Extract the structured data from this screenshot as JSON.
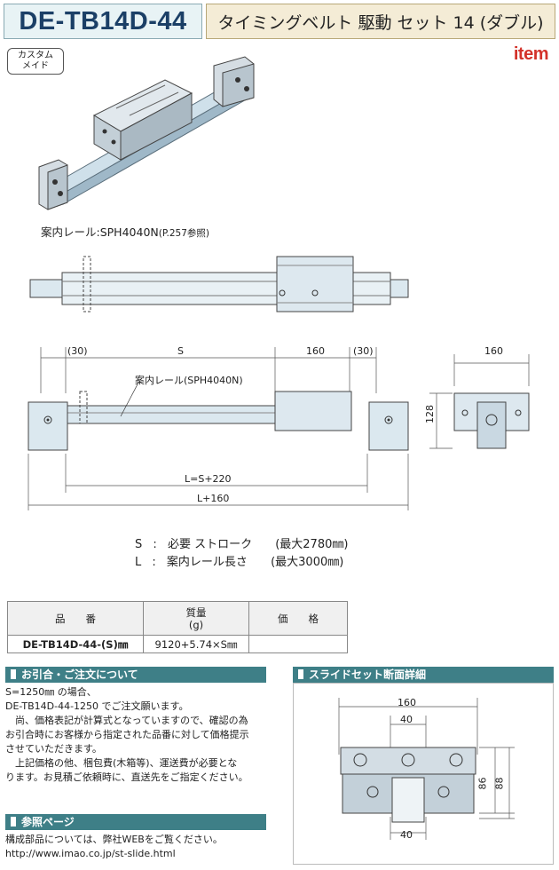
{
  "header": {
    "code": "DE-TB14D-44",
    "title": "タイミングベルト 駆動 セット 14 (ダブル)"
  },
  "badge": {
    "line1": "カスタム",
    "line2": "メイド"
  },
  "logo": "item",
  "rail_note": {
    "main": "案内レール:SPH4040N",
    "ref": "(P.257参照)"
  },
  "dims": {
    "left_gap": "(30)",
    "s": "S",
    "carriage": "160",
    "right_gap": "(30)",
    "rail_callout": "案内レール(SPH4040N)",
    "l_eq": "L=S+220",
    "l_total": "L+160",
    "side_width": "160",
    "side_height": "128"
  },
  "legend": [
    {
      "sym": "S",
      "sep": ":",
      "desc": "必要 ストローク",
      "max": "(最大2780㎜)"
    },
    {
      "sym": "L",
      "sep": ":",
      "desc": "案内レール長さ",
      "max": "(最大3000㎜)"
    }
  ],
  "table": {
    "headers": [
      "品　　番",
      "質量\n(g)",
      "価　　格"
    ],
    "row": [
      "DE-TB14D-44-(S)㎜",
      "9120+5.74×S㎜",
      ""
    ]
  },
  "order_section": {
    "heading": "お引合・ご注文について",
    "lines": [
      "S=1250㎜ の場合、",
      "DE-TB14D-44-1250 でご注文願います。",
      "　尚、価格表記が計算式となっていますので、確認の為",
      "お引合時にお客様から指定された品番に対して価格提示",
      "させていただきます。",
      "　上記価格の他、梱包費(木箱等)、運送費が必要とな",
      "ります。お見積ご依頼時に、直送先をご指定ください。"
    ]
  },
  "ref_section": {
    "heading": "参照ページ",
    "lines": [
      "構成部品については、弊社WEBをご覧ください。",
      "http://www.imao.co.jp/st-slide.html"
    ]
  },
  "slide_section": {
    "heading": "スライドセット断面詳細",
    "dim_160": "160",
    "dim_40_top": "40",
    "dim_40_bottom": "40",
    "dim_86": "86",
    "dim_88": "88"
  }
}
